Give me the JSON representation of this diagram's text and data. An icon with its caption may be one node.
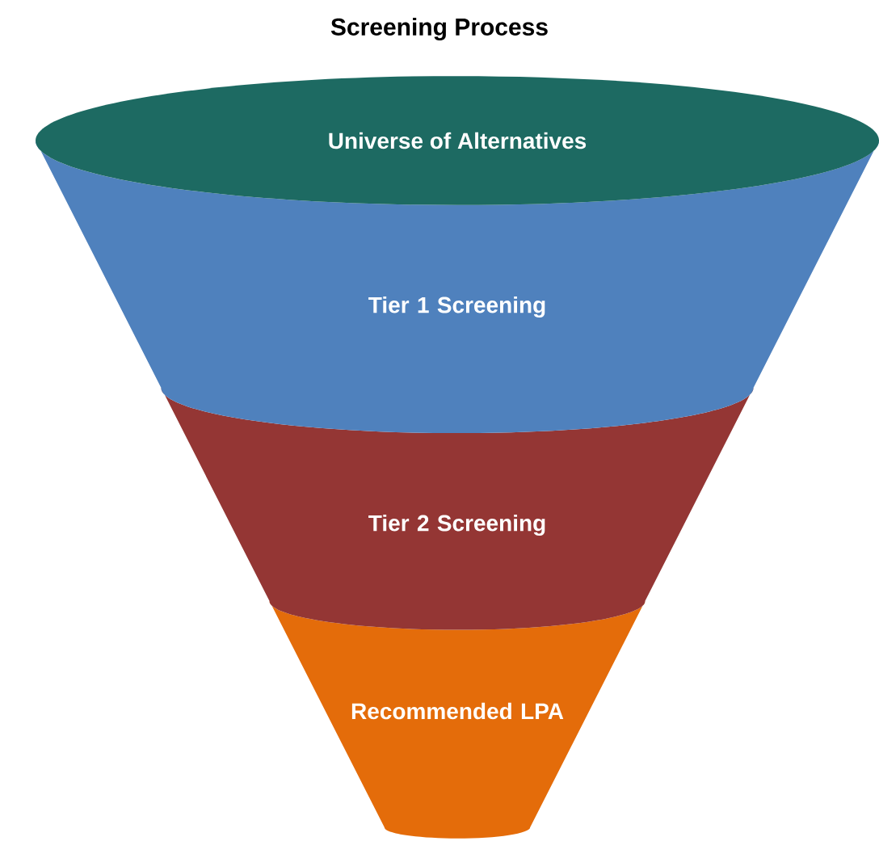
{
  "diagram": {
    "title": "Screening Process",
    "nodes": [
      {
        "text": [
          "Universe of Alternatives"
        ]
      },
      {
        "text": [
          "Tier 1 Screening"
        ]
      },
      {
        "text": [
          "Tier 2 Screening"
        ]
      },
      {
        "text": [
          "Recommended LPA"
        ]
      }
    ]
  }
}
